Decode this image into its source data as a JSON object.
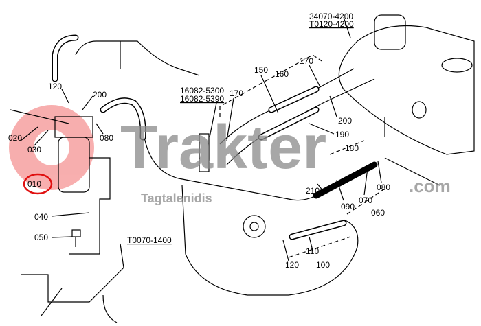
{
  "diagram": {
    "callouts": {
      "c010": "010",
      "c020": "020",
      "c030": "030",
      "c040": "040",
      "c050": "050",
      "c060": "060",
      "c070": "070",
      "c080a": "080",
      "c080b": "080",
      "c090": "090",
      "c100": "100",
      "c110": "110",
      "c120a": "120",
      "c120b": "120",
      "c150": "150",
      "c160": "160",
      "c170a": "170",
      "c170b": "170",
      "c180": "180",
      "c190": "190",
      "c200a": "200",
      "c200b": "200",
      "c210": "210"
    },
    "references": {
      "tank_part_1": "34070-4200",
      "tank_part_2": "T0120-4200",
      "pump_part_1": "16082-5300",
      "pump_part_2": "16082-5390",
      "frame_part": "T0070-1400"
    },
    "highlight_color": "#e01010"
  },
  "watermark": {
    "brand": "Trakter",
    "domain": ".com",
    "tagline": "Tagtalenidis"
  }
}
